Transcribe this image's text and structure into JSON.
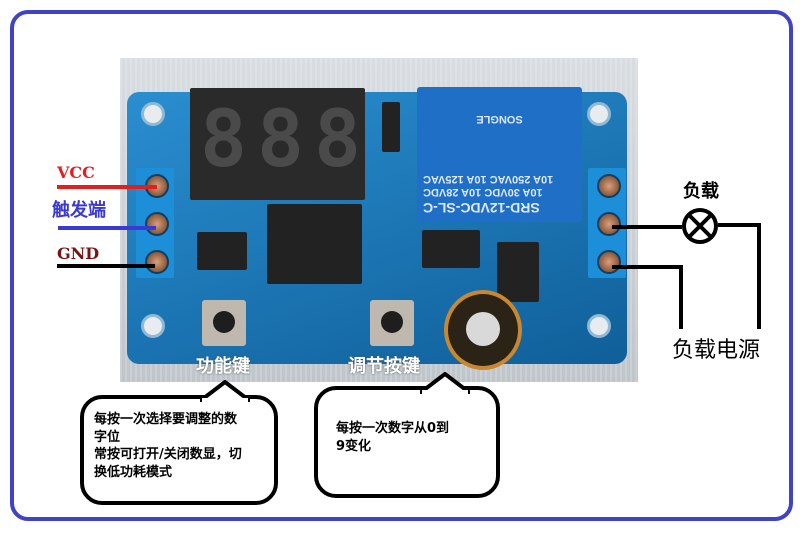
{
  "frame": {
    "border_color": "#4242c6"
  },
  "inputs": {
    "vcc": {
      "label": "VCC",
      "color": "#e02020"
    },
    "trigger": {
      "label": "触发端",
      "color": "#3a3ad0"
    },
    "gnd": {
      "label": "GND",
      "color": "#7a1414"
    }
  },
  "load": {
    "label": "负载",
    "symbol": "lamp-x-icon"
  },
  "load_power": {
    "label": "负载电源"
  },
  "board": {
    "display_digits": [
      "8",
      "8",
      "8"
    ],
    "relay_text": [
      "SRD-12VDC-SL-C",
      "10A 30VDC  10A 28VDC",
      "10A 250VAC 10A 125VAC",
      "SONGLE"
    ],
    "function_key_label": "功能键",
    "adjust_key_label": "调节按键"
  },
  "callouts": {
    "function_key": {
      "lines": [
        "每按一次选择要调整的数",
        "字位",
        "常按可打开/关闭数显，切",
        "换低功耗模式"
      ]
    },
    "adjust_key": {
      "lines": [
        "每按一次数字从0到",
        "9变化"
      ]
    }
  }
}
